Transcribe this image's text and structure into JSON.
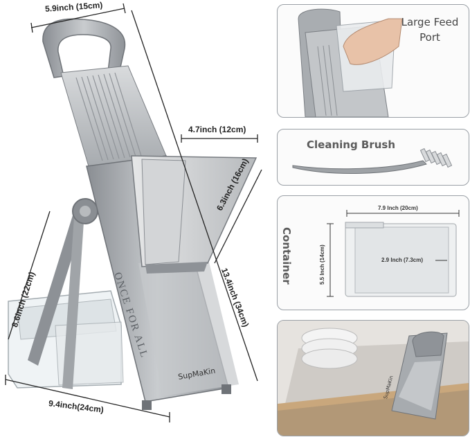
{
  "dimensions": {
    "top_width": "5.9inch (15cm)",
    "feed_width": "4.7inch (12cm)",
    "feed_depth": "6.3inch (16cm)",
    "height": "13.4inch (34cm)",
    "leg_height": "8.6inch (22cm)",
    "base_width": "9.4inch(24cm)"
  },
  "brand": "SupMaKin",
  "side_text": "ONCE FOR ALL",
  "panels": {
    "feed_port": {
      "label": "Large Feed Port"
    },
    "brush": {
      "label": "Cleaning Brush"
    },
    "container": {
      "label": "Container",
      "width": "7.9 Inch (20cm)",
      "height": "5.5 Inch (14cm)",
      "inner": "2.9 Inch (7.3cm)"
    },
    "storage": {
      "brand": "SupMaKin"
    }
  },
  "colors": {
    "metal": "#9ea2a6",
    "metal_dark": "#6f7378",
    "border": "#9aa0a6"
  }
}
